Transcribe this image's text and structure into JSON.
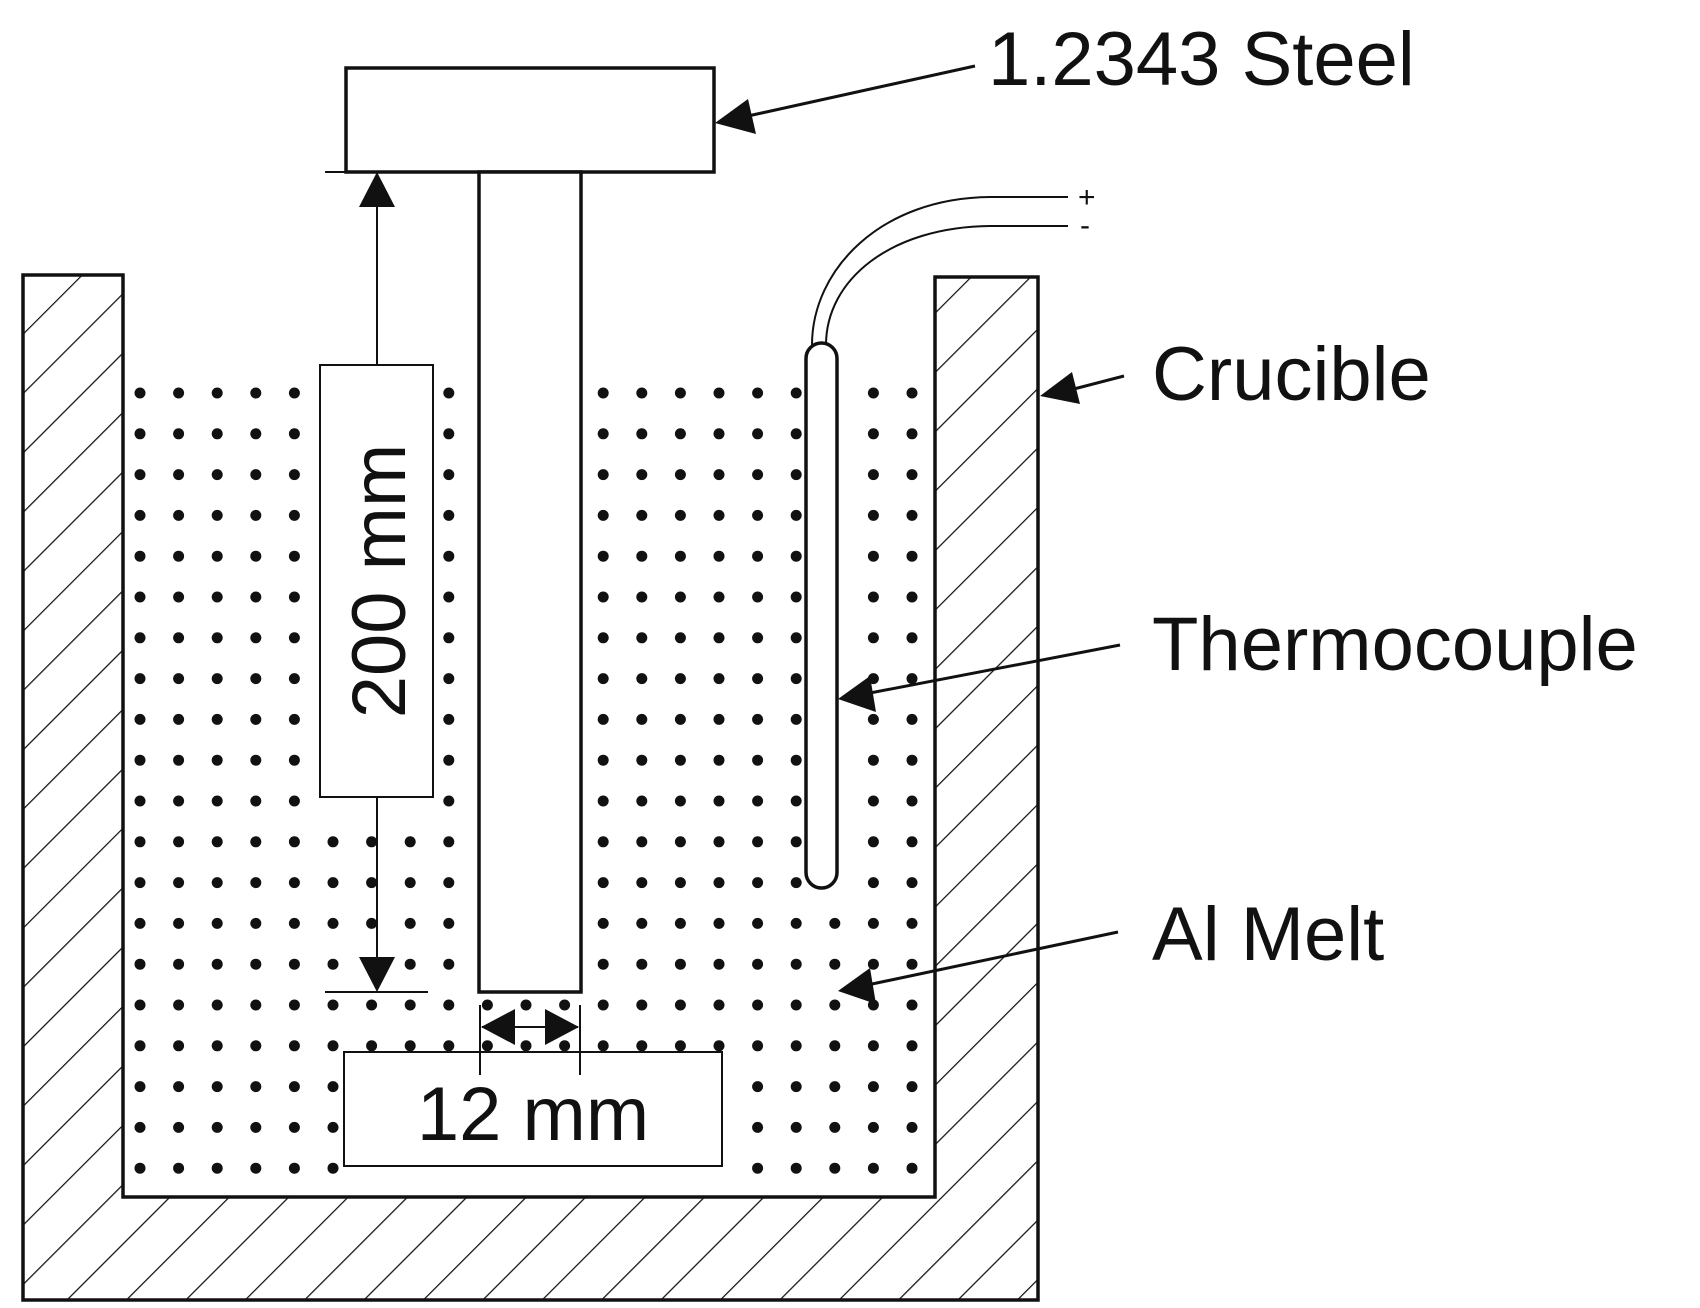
{
  "labels": {
    "steel": "1.2343 Steel",
    "crucible": "Crucible",
    "thermocouple": "Thermocouple",
    "melt": "Al Melt"
  },
  "dimensions": {
    "depth": "200 mm",
    "width": "12 mm"
  },
  "polarity": {
    "positive": "+",
    "negative": "-"
  },
  "colors": {
    "stroke": "#111111",
    "background": "#ffffff"
  }
}
